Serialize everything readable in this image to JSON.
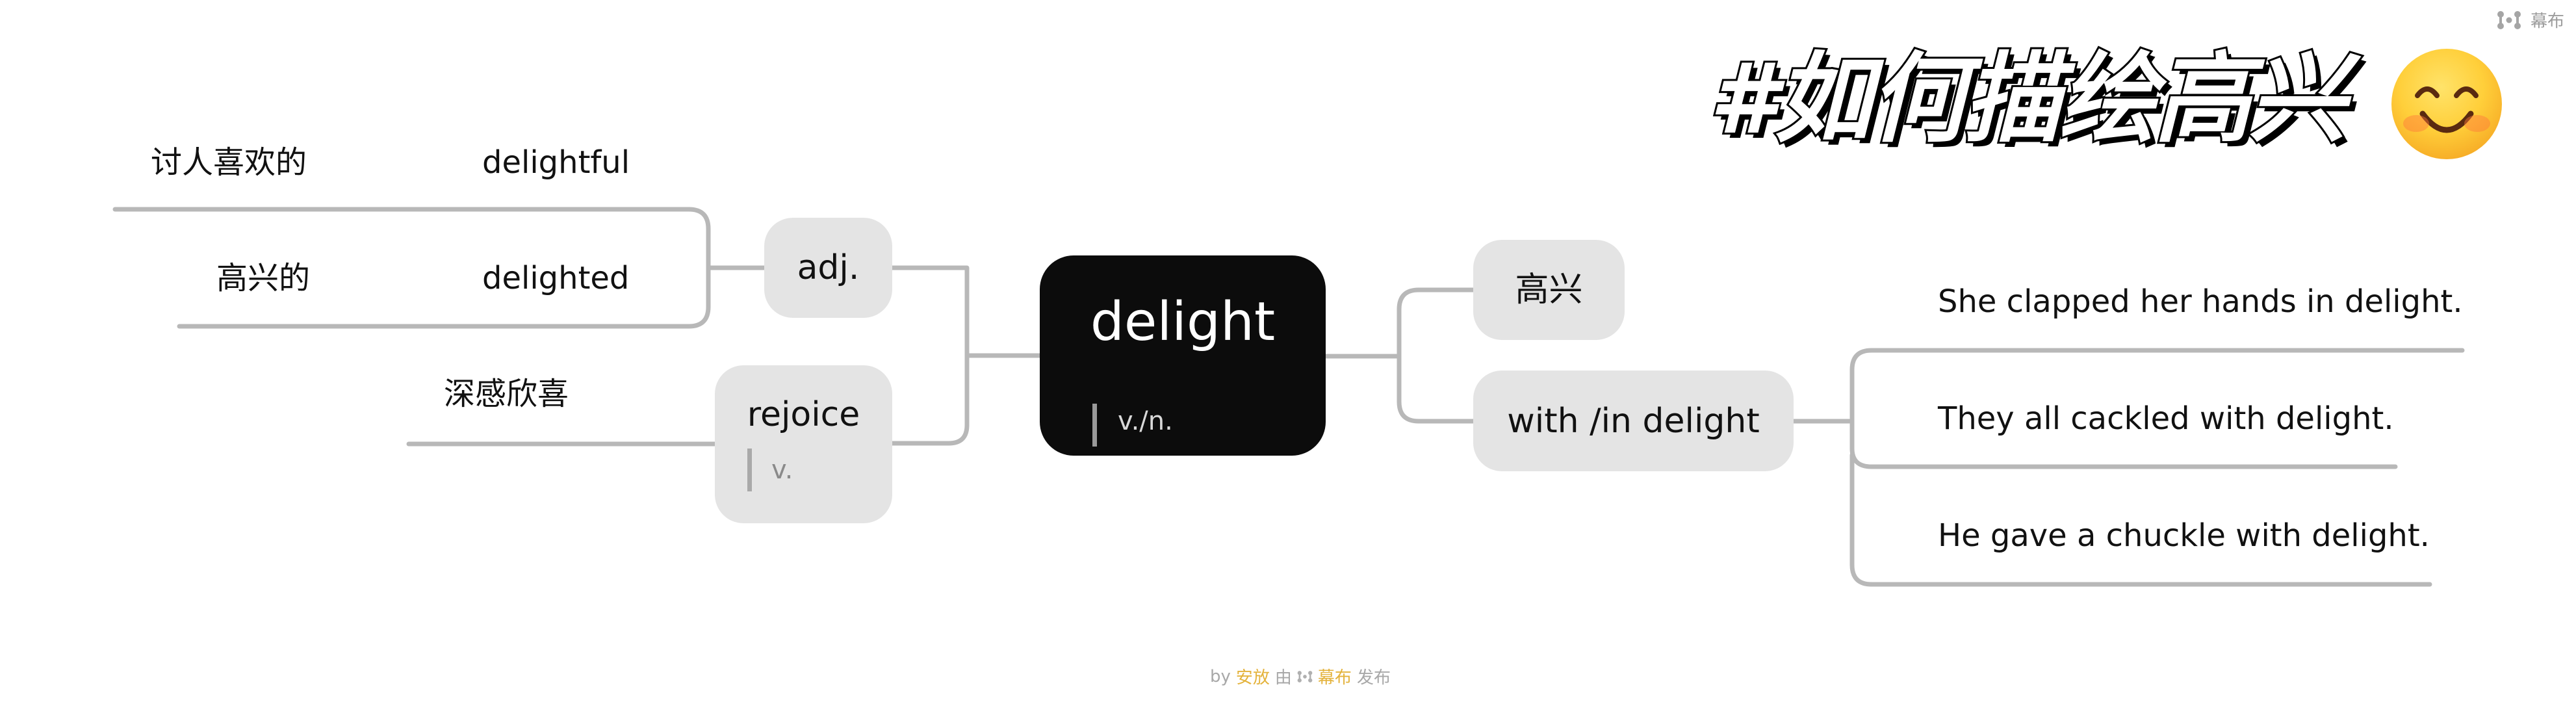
{
  "title": {
    "text": "#如何描绘高兴",
    "emoji": "smiling-face-with-smiling-eyes"
  },
  "brand": {
    "logo_icon": "mubu-logo-icon",
    "name": "幕布"
  },
  "mindmap": {
    "root": {
      "label": "delight",
      "pos": "v./n."
    },
    "left": [
      {
        "label": "adj.",
        "children": [
          {
            "word": "delightful",
            "meaning": "讨人喜欢的"
          },
          {
            "word": "delighted",
            "meaning": "高兴的"
          }
        ]
      },
      {
        "label": "rejoice",
        "pos": "v.",
        "children": [
          {
            "meaning": "深感欣喜"
          }
        ]
      }
    ],
    "right": [
      {
        "label": "高兴"
      },
      {
        "label": "with /in delight",
        "examples": [
          "She clapped her hands in delight.",
          "They all cackled with delight.",
          "He gave a chuckle with delight."
        ]
      }
    ]
  },
  "footer": {
    "by": "by",
    "author": "安放",
    "via": "由",
    "platform": "幕布",
    "published": "发布"
  },
  "colors": {
    "root_bg": "#0c0c0c",
    "node_bg": "#e4e4e4",
    "line": "#b8b8b8",
    "accent_gold": "#e4b33c"
  }
}
